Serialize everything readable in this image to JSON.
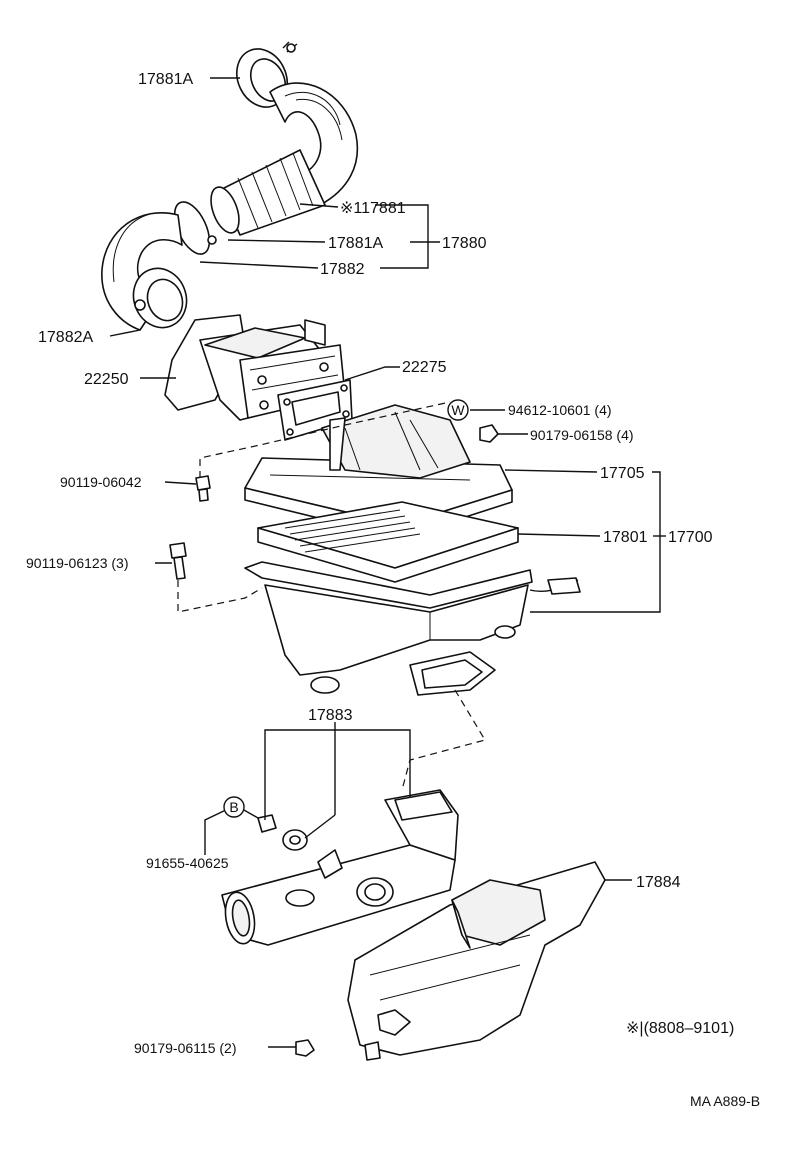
{
  "labels": {
    "p17881A_top": "17881A",
    "p17881_star": "※117881",
    "p17881A_mid": "17881A",
    "p17880": "17880",
    "p17882": "17882",
    "p17882A": "17882A",
    "p22250": "22250",
    "p22275": "22275",
    "p94612": "94612-10601 (4)",
    "p90179_06158": "90179-06158 (4)",
    "p90119_06042": "90119-06042",
    "p17705": "17705",
    "p90119_06123": "90119-06123 (3)",
    "p17801": "17801",
    "p17700": "17700",
    "p17883": "17883",
    "p91655": "91655-40625",
    "p17884": "17884",
    "p90179_06115": "90179-06115 (2)",
    "note": "※|(8808–9101)",
    "code": "MA A889-B"
  },
  "badges": {
    "washer": "W",
    "bolt": "B"
  }
}
